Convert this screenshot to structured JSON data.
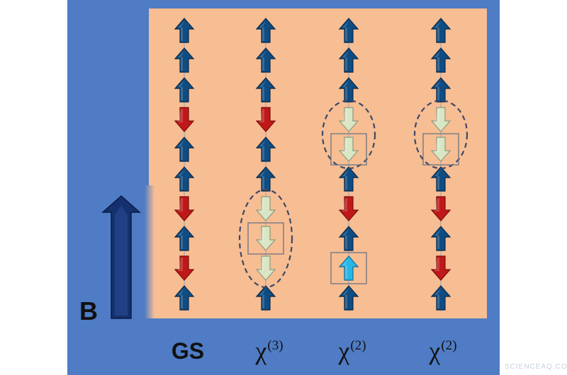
{
  "field_label": "B",
  "columns": [
    {
      "id": "gs",
      "label": "GS",
      "superscript": "",
      "spins": [
        "up",
        "up",
        "up",
        "down",
        "up",
        "up",
        "down",
        "up",
        "down",
        "up"
      ],
      "ellipses": [],
      "boxes": []
    },
    {
      "id": "chi3",
      "label": "χ",
      "superscript": "(3)",
      "spins": [
        "up",
        "up",
        "up",
        "down",
        "up",
        "up",
        "flip",
        "flip",
        "flip",
        "up"
      ],
      "ellipses": [
        [
          6,
          8
        ]
      ],
      "boxes": [
        7
      ]
    },
    {
      "id": "chi2a",
      "label": "χ",
      "superscript": "(2)",
      "spins": [
        "up",
        "up",
        "up",
        "flip",
        "flip",
        "up",
        "down",
        "up",
        "flipup",
        "up"
      ],
      "ellipses": [
        [
          3,
          4
        ]
      ],
      "boxes": [
        4,
        8
      ]
    },
    {
      "id": "chi2b",
      "label": "χ",
      "superscript": "(2)",
      "spins": [
        "up",
        "up",
        "up",
        "flip",
        "flip",
        "up",
        "down",
        "up",
        "down",
        "up"
      ],
      "ellipses": [
        [
          3,
          4
        ]
      ],
      "boxes": [
        4
      ]
    }
  ],
  "colors": {
    "background": "#4f7cc4",
    "panel": "#f7bd93",
    "spin_up": "#0f4c82",
    "spin_down": "#c01818",
    "spin_flipped": "#d9e6c4",
    "spin_flipped_up": "#27b6ea",
    "field_arrow": "#14306e"
  },
  "watermark": "SCIENCEAQ.COM"
}
